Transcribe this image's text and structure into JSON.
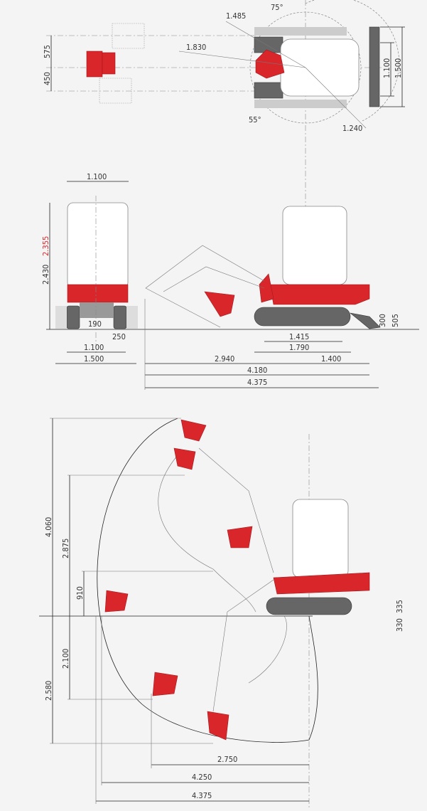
{
  "top_view": {
    "dims": {
      "offset_left": "575",
      "offset_right": "450",
      "swing_left_angle": "75°",
      "swing_right_angle": "55°",
      "radius_1": "1.485",
      "radius_2": "1.830",
      "tail_radius": "1.240",
      "blade_width_inner": "1.100",
      "blade_width_outer": "1.500"
    }
  },
  "front_view": {
    "dims": {
      "top_width": "1.100",
      "height_total": "2.430",
      "height_canopy": "2.355",
      "ground_clearance": "190",
      "track_width": "250",
      "track_gauge": "1.100",
      "overall_width": "1.500"
    }
  },
  "side_view": {
    "dims": {
      "blade_height": "300",
      "blade_lift": "505",
      "tumbler_distance": "1.415",
      "track_length": "1.790",
      "front_reach": "2.940",
      "rear_to_center": "1.400",
      "transport_length": "4.180",
      "overall_length": "4.375"
    }
  },
  "working_range": {
    "dims": {
      "max_dig_height": "4.060",
      "max_dump_height": "2.875",
      "min_dump_height": "910",
      "max_vertical_wall": "2.100",
      "max_dig_depth": "2.580",
      "min_swing_radius": "2.750",
      "max_reach_ground": "4.250",
      "max_reach": "4.375",
      "blade_above": "335",
      "blade_below": "330"
    }
  },
  "colors": {
    "accent": "#d9262b",
    "background": "#f4f4f4"
  }
}
